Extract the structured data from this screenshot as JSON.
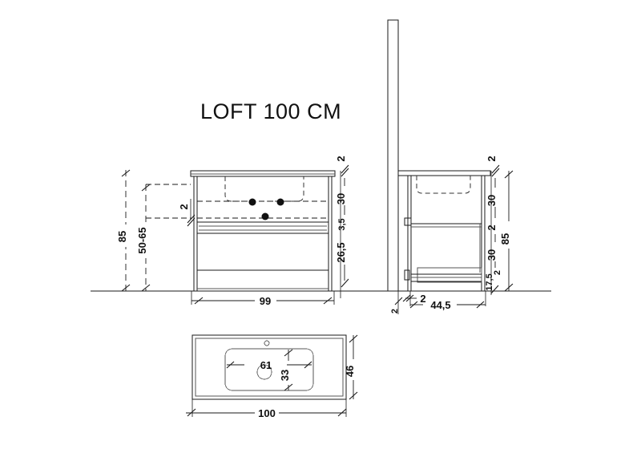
{
  "drawing": {
    "title": "LOFT 100 CM",
    "units": "cm",
    "line_color": "#1a1a1a",
    "background": "#ffffff"
  },
  "front_view": {
    "name": "front elevation",
    "dimensions": {
      "total_height": "85",
      "basin_height_range": "50-65",
      "countertop_thickness_left": "2",
      "top_thickness": "2",
      "drawer_upper": "30",
      "gap": "3,5",
      "drawer_lower": "26,5",
      "width": "99"
    }
  },
  "side_view": {
    "name": "side elevation",
    "dimensions": {
      "top_thickness": "2",
      "drawer_upper": "30",
      "panel": "2",
      "drawer_lower": "30",
      "base": "17,5",
      "base_foot": "2",
      "total_height": "85",
      "back_panel": "2",
      "depth": "44,5"
    }
  },
  "plan_view": {
    "name": "top plan of washbasin",
    "dimensions": {
      "bowl_width": "61",
      "bowl_depth": "33",
      "total_depth": "46",
      "total_width": "100"
    }
  }
}
